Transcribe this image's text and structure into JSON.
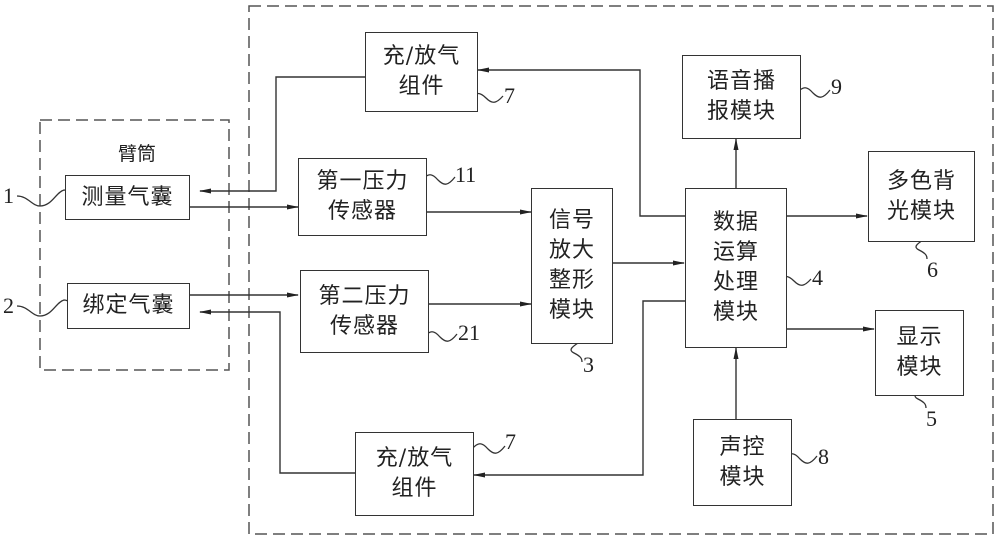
{
  "groups": {
    "arm_cuff": {
      "title": "臂筒"
    },
    "main_unit": {
      "title": ""
    }
  },
  "blocks": {
    "measure_bag": {
      "lines": [
        "测量气囊"
      ],
      "ref": "1"
    },
    "bind_bag": {
      "lines": [
        "绑定气囊"
      ],
      "ref": "2"
    },
    "inflate_top": {
      "lines": [
        "充/放气",
        "组件"
      ],
      "ref": "7"
    },
    "inflate_bottom": {
      "lines": [
        "充/放气",
        "组件"
      ],
      "ref": "7"
    },
    "sensor1": {
      "lines": [
        "第一压力",
        "传感器"
      ],
      "ref": "11"
    },
    "sensor2": {
      "lines": [
        "第二压力",
        "传感器"
      ],
      "ref": "21"
    },
    "amp": {
      "lines": [
        "信号",
        "放大",
        "整形",
        "模块"
      ],
      "ref": "3"
    },
    "cpu": {
      "lines": [
        "数据",
        "运算",
        "处理",
        "模块"
      ],
      "ref": "4"
    },
    "voice_broadcast": {
      "lines": [
        "语音播",
        "报模块"
      ],
      "ref": "9"
    },
    "backlight": {
      "lines": [
        "多色背",
        "光模块"
      ],
      "ref": "6"
    },
    "display": {
      "lines": [
        "显示",
        "模块"
      ],
      "ref": "5"
    },
    "voice_control": {
      "lines": [
        "声控",
        "模块"
      ],
      "ref": "8"
    }
  },
  "connections": [
    {
      "from": "inflate_top",
      "to": "measure_bag"
    },
    {
      "from": "measure_bag",
      "to": "sensor1"
    },
    {
      "from": "bind_bag",
      "to": "sensor2"
    },
    {
      "from": "inflate_bottom",
      "to": "bind_bag"
    },
    {
      "from": "sensor1",
      "to": "amp"
    },
    {
      "from": "sensor2",
      "to": "amp"
    },
    {
      "from": "amp",
      "to": "cpu"
    },
    {
      "from": "cpu",
      "to": "inflate_top"
    },
    {
      "from": "cpu",
      "to": "inflate_bottom"
    },
    {
      "from": "cpu",
      "to": "voice_broadcast"
    },
    {
      "from": "cpu",
      "to": "backlight"
    },
    {
      "from": "cpu",
      "to": "display"
    },
    {
      "from": "voice_control",
      "to": "cpu"
    }
  ]
}
